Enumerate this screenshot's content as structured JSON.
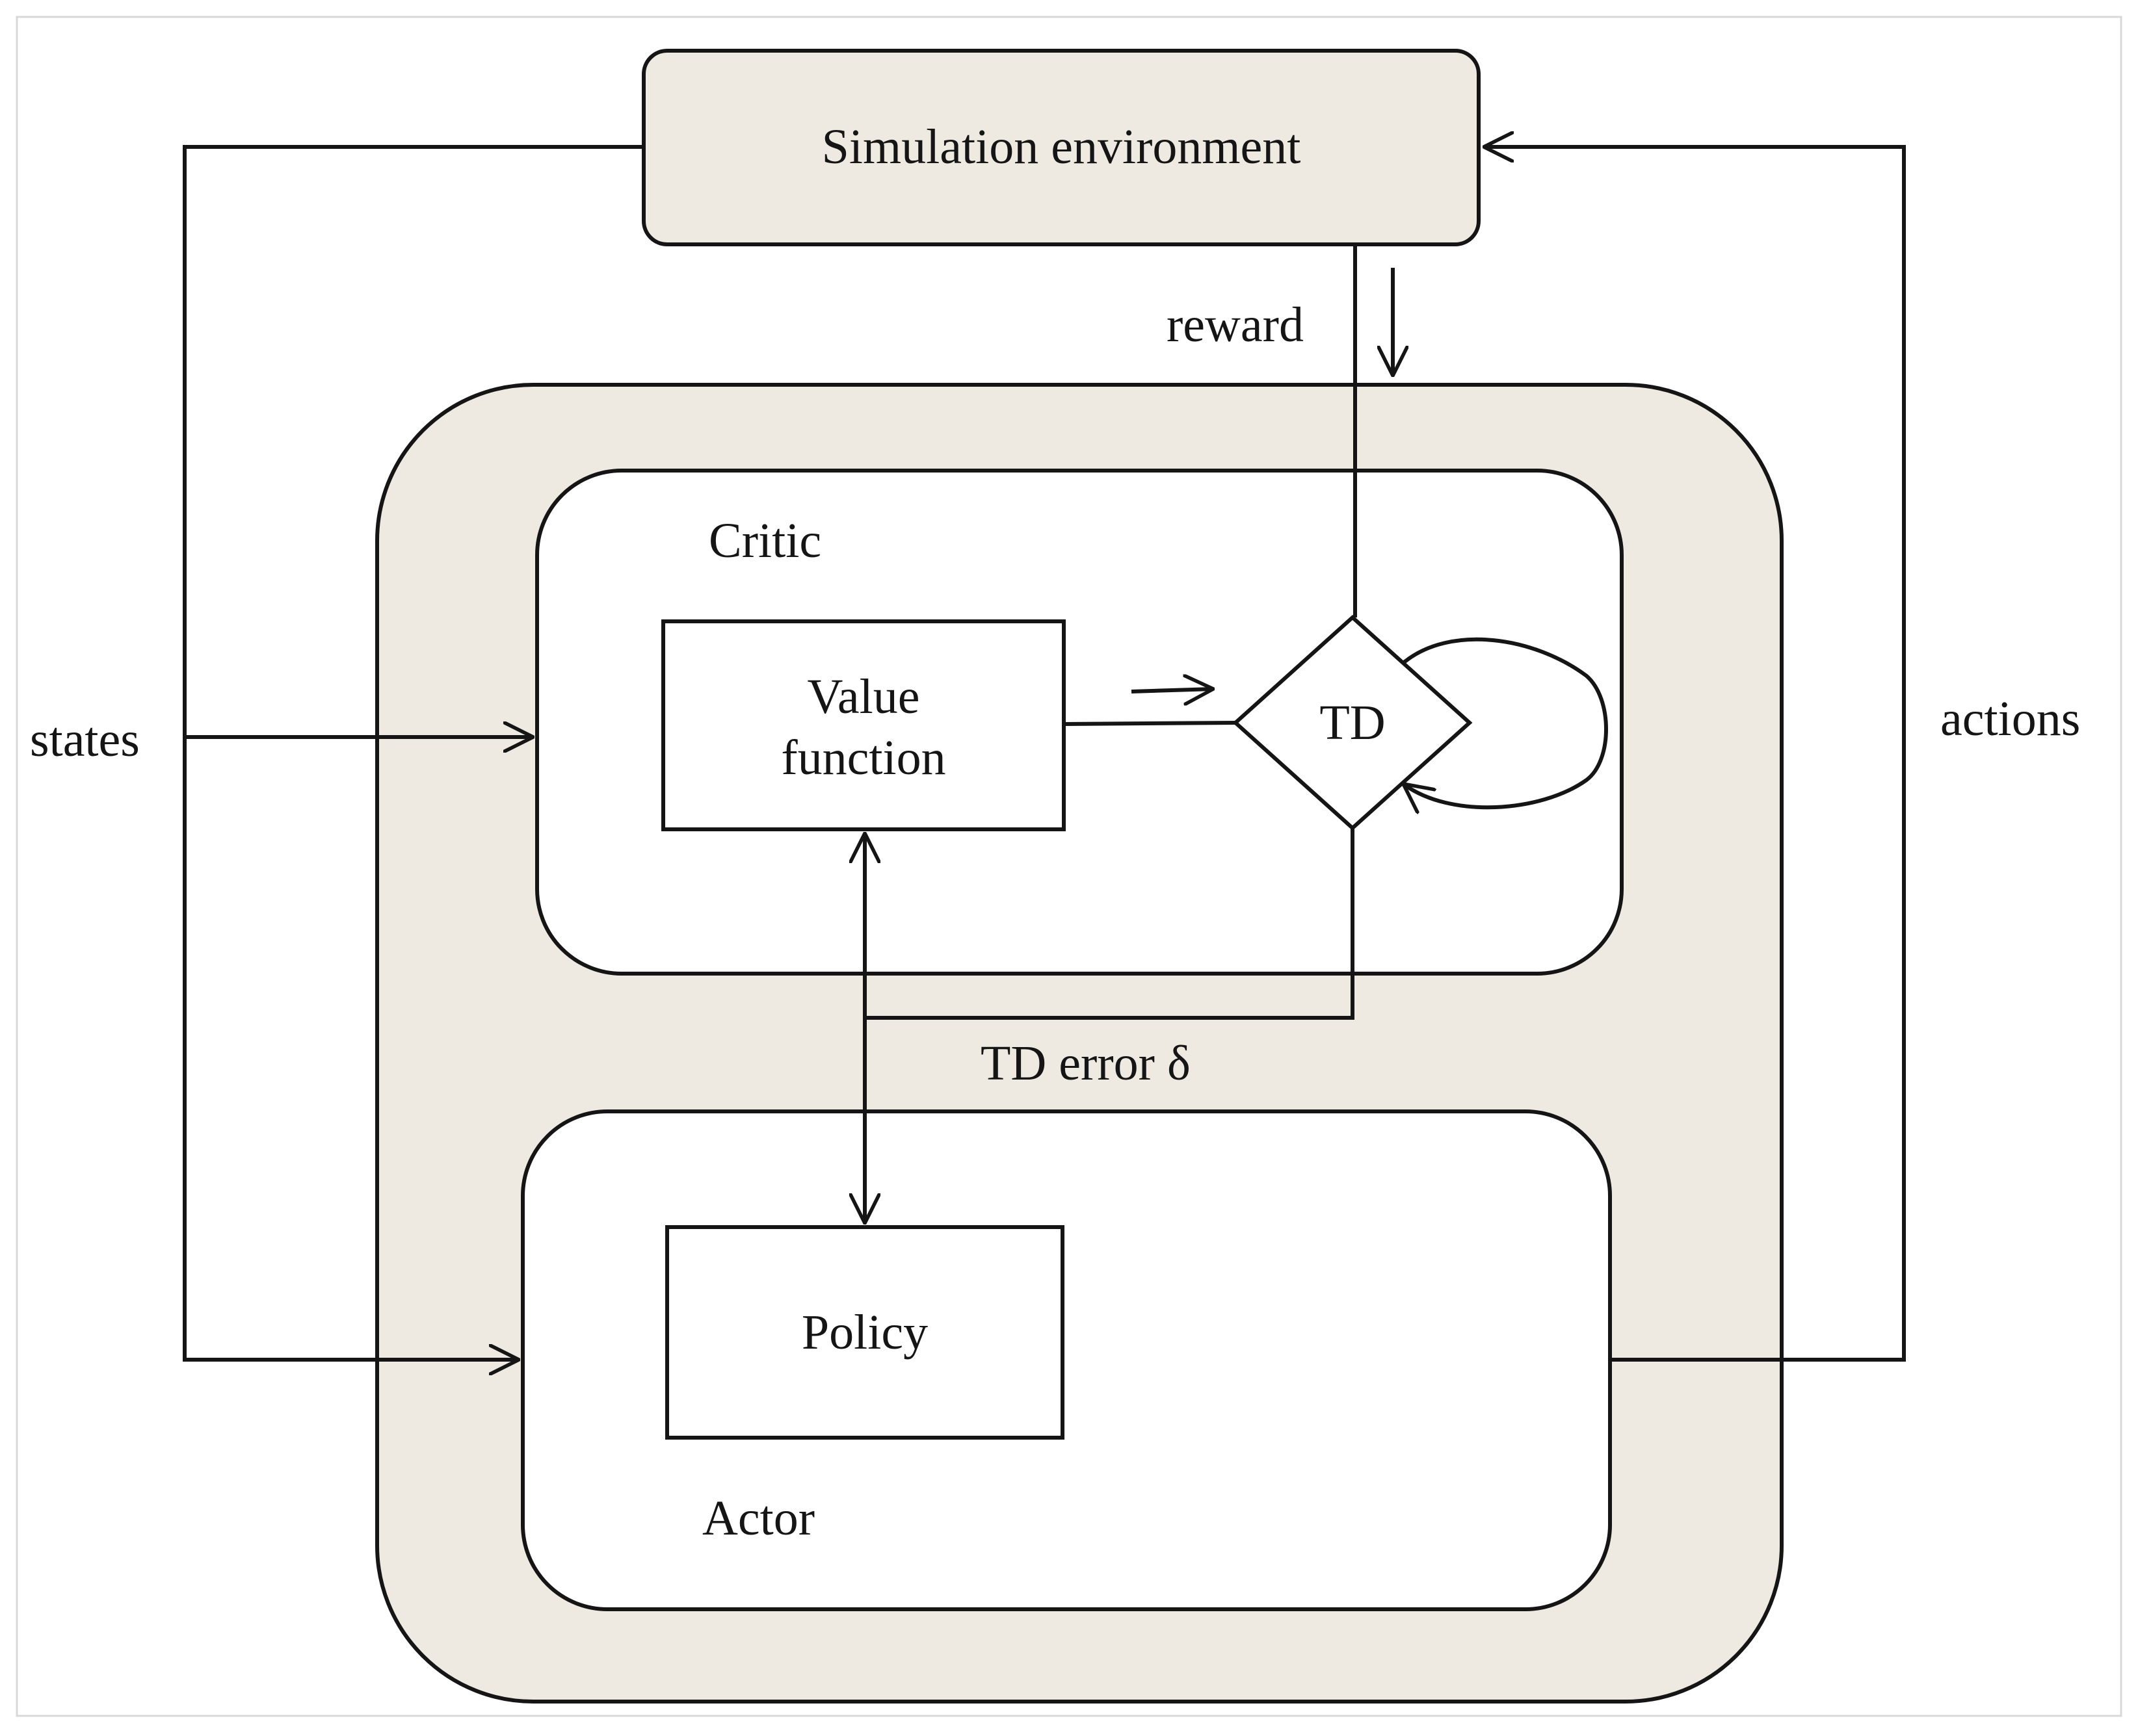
{
  "diagram": {
    "environment": {
      "label": "Simulation environment"
    },
    "critic": {
      "label": "Critic",
      "value_function": {
        "line1": "Value",
        "line2": "function"
      },
      "td_node": "TD"
    },
    "actor": {
      "label": "Actor",
      "policy": "Policy"
    },
    "edges": {
      "states": "states",
      "actions": "actions",
      "reward": "reward",
      "td_error": "TD error δ"
    },
    "colors": {
      "fill": "#eeeae2",
      "stroke": "#151515",
      "background": "#ffffff"
    }
  }
}
